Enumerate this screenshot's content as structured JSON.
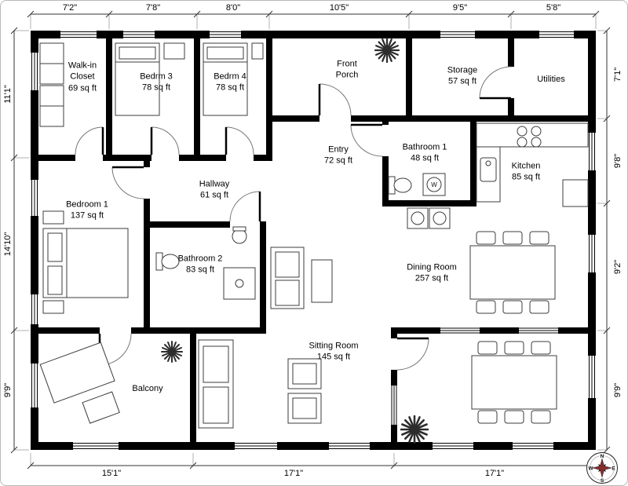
{
  "plan": {
    "type": "residential-floor-plan"
  },
  "dimensions": {
    "top": [
      "7'2\"",
      "7'8\"",
      "8'0\"",
      "10'5\"",
      "9'5\"",
      "5'8\""
    ],
    "left": [
      "11'1\"",
      "14'10\"",
      "9'9\""
    ],
    "right": [
      "7'1\"",
      "9'8\"",
      "9'2\"",
      "9'9\""
    ],
    "bottom": [
      "15'1\"",
      "17'1\"",
      "17'1\""
    ]
  },
  "rooms": {
    "walk_in_closet": {
      "name": "Walk-in Closet",
      "area": "69 sq ft"
    },
    "bedrm3": {
      "name": "Bedrm 3",
      "area": "78 sq ft"
    },
    "bedrm4": {
      "name": "Bedrm 4",
      "area": "78 sq ft"
    },
    "front_porch": {
      "name": "Front Porch"
    },
    "storage": {
      "name": "Storage",
      "area": "57 sq ft"
    },
    "utilities": {
      "name": "Utilities"
    },
    "entry": {
      "name": "Entry",
      "area": "72 sq ft"
    },
    "bathroom1": {
      "name": "Bathroom 1",
      "area": "48 sq ft"
    },
    "kitchen": {
      "name": "Kitchen",
      "area": "85 sq ft"
    },
    "bedroom1": {
      "name": "Bedroom 1",
      "area": "137 sq ft"
    },
    "hallway": {
      "name": "Hallway",
      "area": "61 sq ft"
    },
    "bathroom2": {
      "name": "Bathroom 2",
      "area": "83 sq ft"
    },
    "dining_room": {
      "name": "Dining Room",
      "area": "257 sq ft"
    },
    "sitting_room": {
      "name": "Sitting Room",
      "area": "145 sq ft"
    },
    "balcony": {
      "name": "Balcony"
    }
  },
  "fixtures": {
    "washer_label": "W"
  },
  "compass": {
    "n": "N",
    "e": "E",
    "s": "S",
    "w": "W"
  },
  "colors": {
    "wall": "#000000",
    "furniture_line": "#3c3c3c",
    "dimension_line": "#333333",
    "compass_star": "#8a2b2b"
  }
}
